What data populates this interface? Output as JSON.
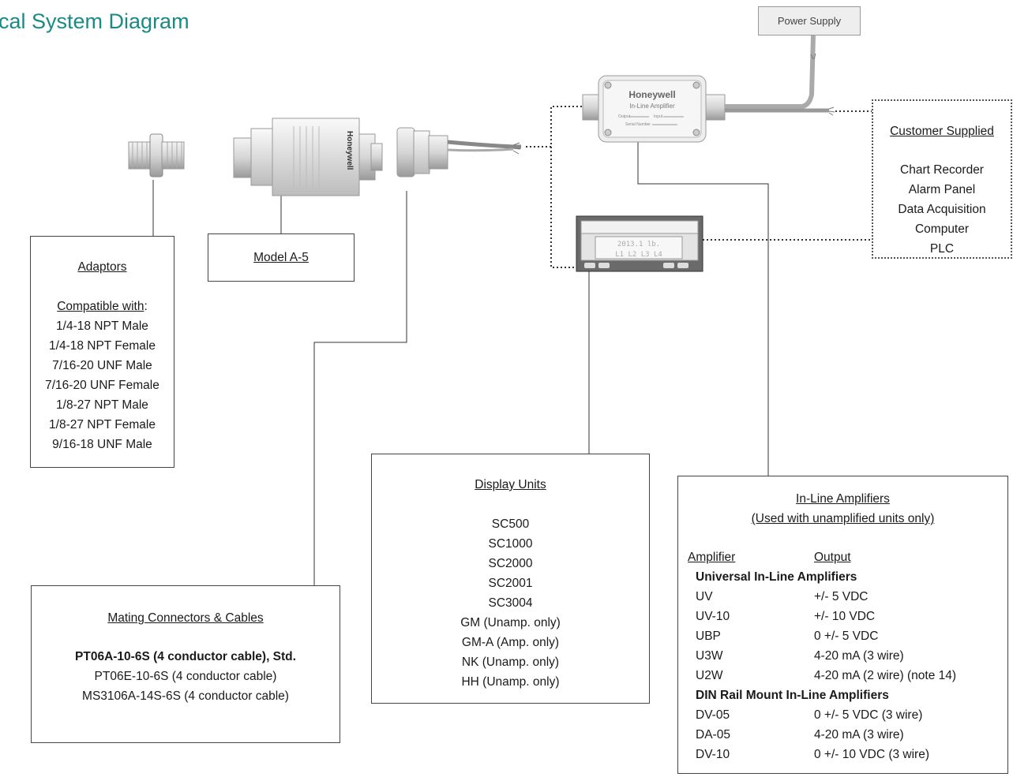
{
  "title": "cal System Diagram",
  "power_supply": "Power Supply",
  "amplifier_device": {
    "brand": "Honeywell",
    "subtitle": "In-Line Amplifier",
    "field_output": "Output",
    "field_input": "Input",
    "field_serial": "Serial Number"
  },
  "transducer_brand": "Honeywell",
  "display_device": {
    "line1": "2013.1 lb.",
    "line2": "L1 L2 L3 L4"
  },
  "adaptors": {
    "title": "Adaptors",
    "compatible_label": "Compatible with",
    "compatible_suffix": ":",
    "items": [
      "1/4-18 NPT Male",
      "1/4-18 NPT Female",
      "7/16-20 UNF Male",
      "7/16-20 UNF Female",
      "1/8-27 NPT Male",
      "1/8-27 NPT Female",
      "9/16-18 UNF Male"
    ]
  },
  "model": {
    "label": "Model A-5"
  },
  "customer_supplied": {
    "title": "Customer Supplied",
    "items": [
      "Chart Recorder",
      "Alarm Panel",
      "Data Acquisition",
      "Computer",
      "PLC"
    ]
  },
  "display_units": {
    "title": "Display Units",
    "items": [
      "SC500",
      "SC1000",
      "SC2000",
      "SC2001",
      "SC3004",
      "GM (Unamp. only)",
      "GM-A (Amp. only)",
      "NK (Unamp. only)",
      "HH (Unamp. only)"
    ]
  },
  "mating": {
    "title": "Mating Connectors & Cables",
    "std": "PT06A-10-6S (4 conductor cable), Std.",
    "items": [
      "PT06E-10-6S (4 conductor cable)",
      "MS3106A-14S-6S (4 conductor cable)"
    ]
  },
  "amplifiers": {
    "title": "In-Line Amplifiers",
    "subtitle": "(Used with unamplified units only)",
    "col_amplifier": "Amplifier",
    "col_output": "Output",
    "group1": "Universal In-Line Amplifiers",
    "rows1": [
      {
        "amp": "UV",
        "out": "+/- 5 VDC"
      },
      {
        "amp": "UV-10",
        "out": "+/- 10 VDC"
      },
      {
        "amp": "UBP",
        "out": "0 +/- 5 VDC"
      },
      {
        "amp": "U3W",
        "out": "4-20 mA (3 wire)"
      },
      {
        "amp": "U2W",
        "out": "4-20 mA (2 wire) (note 14)"
      }
    ],
    "group2": "DIN Rail Mount In-Line Amplifiers",
    "rows2": [
      {
        "amp": "DV-05",
        "out": "0 +/- 5 VDC (3 wire)"
      },
      {
        "amp": "DA-05",
        "out": "4-20 mA (3 wire)"
      },
      {
        "amp": "DV-10",
        "out": "0 +/- 10 VDC (3 wire)"
      }
    ]
  }
}
